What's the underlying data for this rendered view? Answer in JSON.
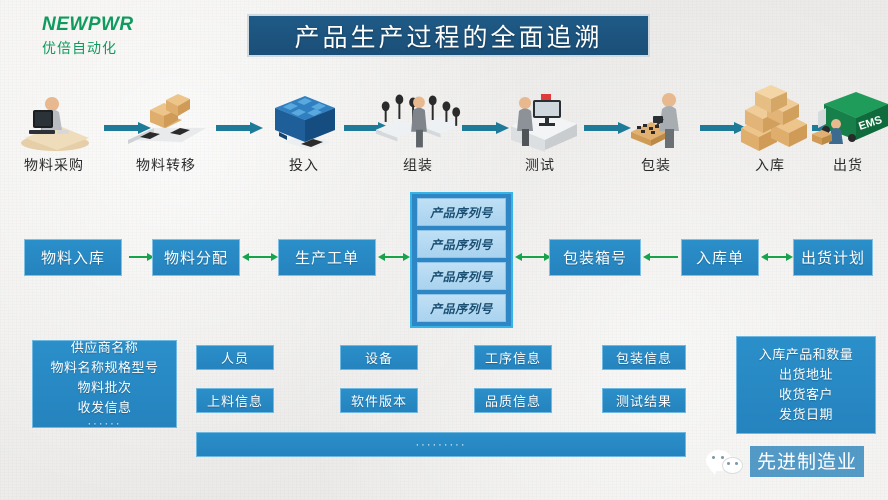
{
  "logo": {
    "brand_main": "NEWPWR",
    "brand_sub": "优倍自动化",
    "brand_color": "#0f9b5e"
  },
  "title": {
    "text": "产品生产过程的全面追溯",
    "banner_color": "#1a4f78",
    "text_color": "#ffffff"
  },
  "process_row": {
    "arrow_color": "#1e7a99",
    "steps": [
      {
        "label": "物料采购",
        "icon": "person-at-computer-icon"
      },
      {
        "label": "物料转移",
        "icon": "boxes-on-conveyor-icon"
      },
      {
        "label": "投入",
        "icon": "blue-machine-icon"
      },
      {
        "label": "组装",
        "icon": "assembly-worker-icon"
      },
      {
        "label": "测试",
        "icon": "test-station-icon"
      },
      {
        "label": "包装",
        "icon": "packaging-worker-icon"
      },
      {
        "label": "入库",
        "icon": "stacked-cartons-icon"
      },
      {
        "label": "出货",
        "icon": "ems-delivery-truck-icon"
      }
    ]
  },
  "flow": {
    "box_color": "#2583be",
    "arrow_color": "#16a34a",
    "boxes": [
      {
        "label": "物料入库"
      },
      {
        "label": "物料分配"
      },
      {
        "label": "生产工单"
      },
      {
        "label": "包装箱号"
      },
      {
        "label": "入库单"
      },
      {
        "label": "出货计划"
      }
    ],
    "serial_stack": {
      "container_border": "#36b4e6",
      "items": [
        "产品序列号",
        "产品序列号",
        "产品序列号",
        "产品序列号"
      ]
    }
  },
  "info": {
    "supplier_box": {
      "lines": [
        "供应商名称",
        "物料名称规格型号",
        "物料批次",
        "收发信息"
      ],
      "dots": "······"
    },
    "tags": [
      {
        "label": "人员"
      },
      {
        "label": "上料信息"
      },
      {
        "label": "设备"
      },
      {
        "label": "软件版本"
      },
      {
        "label": "工序信息"
      },
      {
        "label": "品质信息"
      },
      {
        "label": "包装信息"
      },
      {
        "label": "测试结果"
      }
    ],
    "warehouse_box": {
      "lines": [
        "入库产品和数量",
        "出货地址",
        "收货客户",
        "发货日期"
      ]
    },
    "wide_bar": {
      "label": "·········"
    }
  },
  "watermark": {
    "label": "先进制造业",
    "icon": "wechat-icon"
  }
}
